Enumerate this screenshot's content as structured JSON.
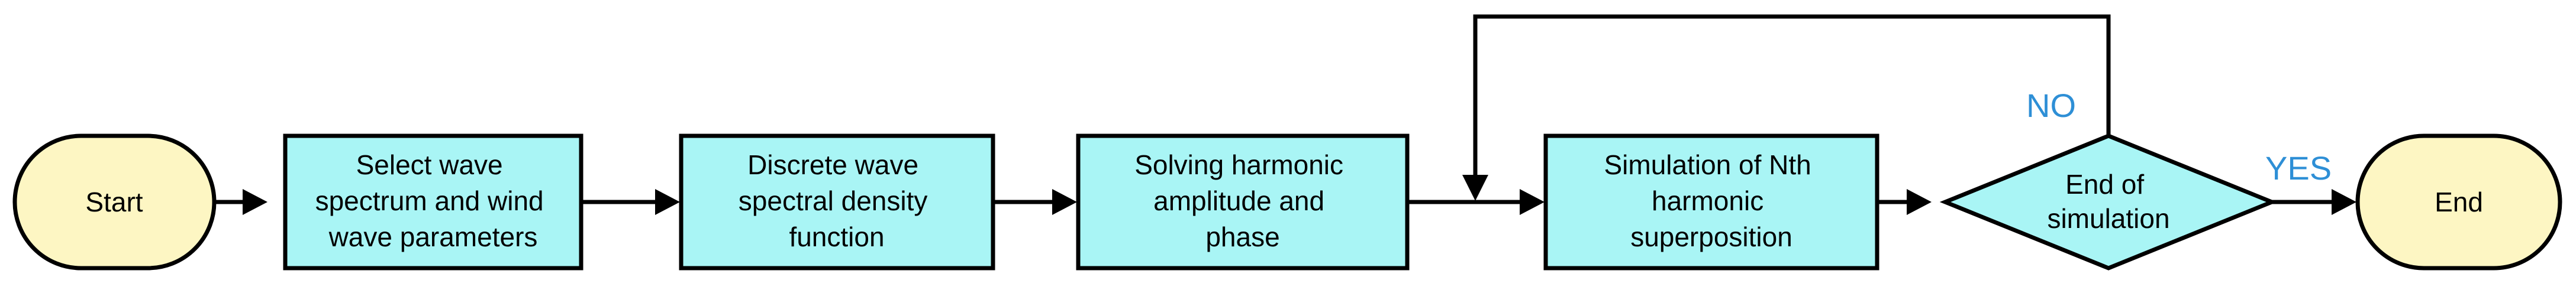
{
  "colors": {
    "terminal_fill": "#fdf6c3",
    "process_fill": "#a9f5f5",
    "decision_fill": "#a9f5f5",
    "stroke": "#000000",
    "branch_label": "#2e8fd6"
  },
  "nodes": {
    "start": {
      "lines": [
        "Start"
      ]
    },
    "select_spectrum": {
      "lines": [
        "Select wave",
        "spectrum and wind",
        "wave parameters"
      ]
    },
    "discrete_density": {
      "lines": [
        "Discrete wave",
        "spectral density",
        "function"
      ]
    },
    "solve_harmonic": {
      "lines": [
        "Solving harmonic",
        "amplitude and",
        "phase"
      ]
    },
    "simulate_nth": {
      "lines": [
        "Simulation of Nth",
        "harmonic",
        "superposition"
      ]
    },
    "end_check": {
      "lines": [
        "End of",
        "simulation"
      ]
    },
    "end": {
      "lines": [
        "End"
      ]
    }
  },
  "branches": {
    "no": "NO",
    "yes": "YES"
  }
}
